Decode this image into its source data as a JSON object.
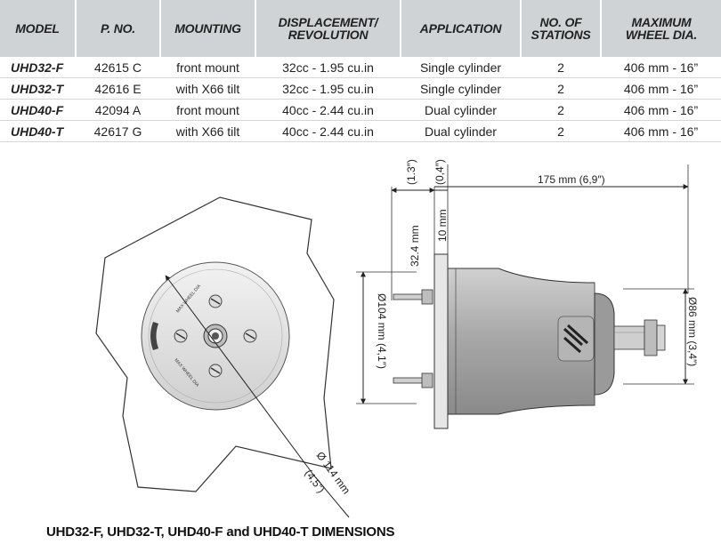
{
  "table": {
    "headers": [
      "MODEL",
      "P. No.",
      "MOUNTING",
      "DISPLACEMENT/\nREVOLUTION",
      "APPLICATION",
      "No. OF\nSTATIONS",
      "MAXIMUM\nWHEEL DIA."
    ],
    "rows": [
      {
        "model": "UHD32-F",
        "pno": "42615 C",
        "mounting": "front mount",
        "displacement": "32cc - 1.95 cu.in",
        "application": "Single cylinder",
        "stations": "2",
        "wheel": "406 mm - 16”"
      },
      {
        "model": "UHD32-T",
        "pno": "42616 E",
        "mounting": "with X66 tilt",
        "displacement": "32cc - 1.95 cu.in",
        "application": "Single cylinder",
        "stations": "2",
        "wheel": "406 mm - 16”"
      },
      {
        "model": "UHD40-F",
        "pno": "42094 A",
        "mounting": "front mount",
        "displacement": "40cc - 2.44 cu.in",
        "application": "Dual cylinder",
        "stations": "2",
        "wheel": "406 mm - 16”"
      },
      {
        "model": "UHD40-T",
        "pno": "42617 G",
        "mounting": "with X66 tilt",
        "displacement": "40cc - 2.44 cu.in",
        "application": "Dual cylinder",
        "stations": "2",
        "wheel": "406 mm - 16”"
      }
    ]
  },
  "dimensions": {
    "dim_32_4": "32.4 mm",
    "dim_1_3": "(1.3″)",
    "dim_10": "10 mm",
    "dim_0_4": "(0,4″)",
    "dim_175": "175 mm (6,9″)",
    "dim_104": "Ø104 mm (4,1″)",
    "dim_86": "Ø86 mm (3,4″)",
    "dim_114": "Ø 114 mm",
    "dim_4_5": "(4,5″)",
    "face_text_1": "MAX WHEEL DIA",
    "face_text_2": "MAX WHEEL DIA"
  },
  "caption": "UHD32-F, UHD32-T, UHD40-F and UHD40-T DIMENSIONS"
}
